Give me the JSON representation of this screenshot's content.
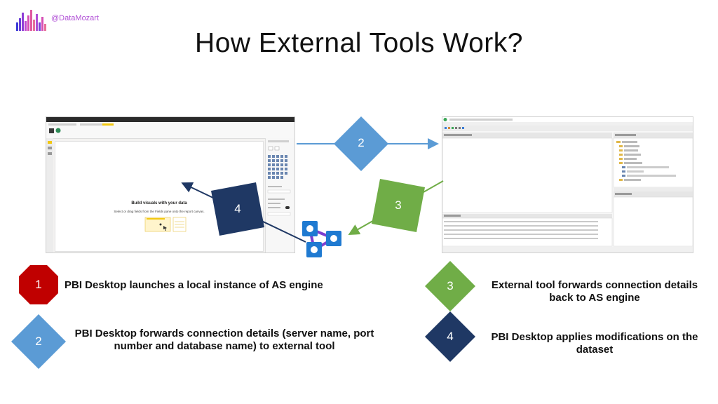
{
  "brand": {
    "handle": "@DataMozart"
  },
  "title": "How External Tools Work?",
  "pbi_screen": {
    "canvas_heading": "Build visuals with your data",
    "canvas_subtext": "Select or drag fields from the Fields pane onto the report canvas."
  },
  "steps": [
    {
      "number": "1",
      "text": "PBI Desktop launches a local instance of AS engine",
      "shape": "octagon",
      "color": "#c00000"
    },
    {
      "number": "2",
      "text": "PBI Desktop forwards connection details (server name, port number and database name) to external tool",
      "shape": "diamond",
      "color": "#5b9bd5"
    },
    {
      "number": "3",
      "text": "External tool forwards connection details back to AS engine",
      "shape": "diamond",
      "color": "#70ad47"
    },
    {
      "number": "4",
      "text": "PBI Desktop applies modifications on the dataset",
      "shape": "diamond",
      "color": "#1f3864"
    }
  ],
  "icons": {
    "brand": "bar-chart-logo-icon",
    "engine": "analysis-services-icon"
  }
}
